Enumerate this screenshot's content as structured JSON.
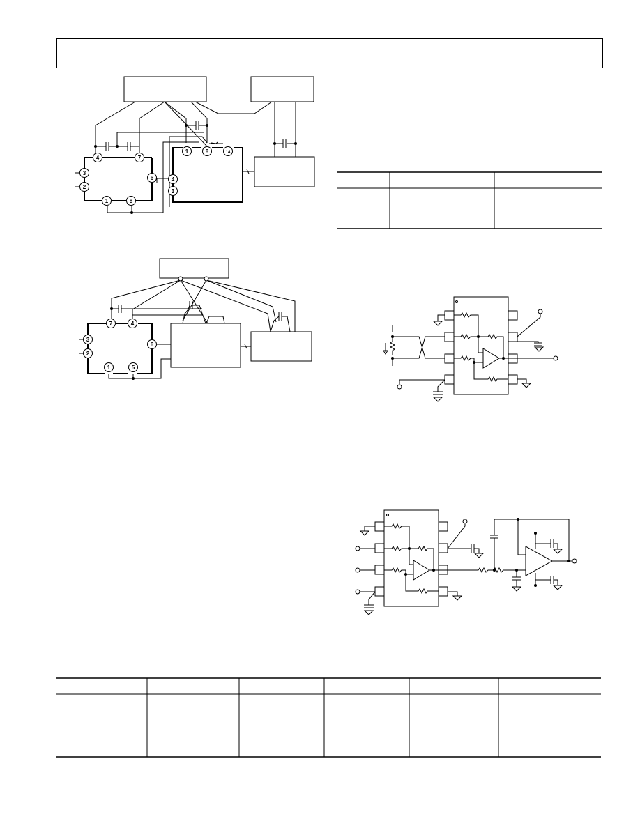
{
  "page": {
    "header_box": {
      "text": ""
    }
  },
  "figure_a": {
    "pins": {
      "left_chip": [
        "4",
        "7",
        "3",
        "2",
        "6",
        "1",
        "8"
      ],
      "right_chip": [
        "1",
        "8",
        "14",
        "4",
        "3"
      ]
    }
  },
  "figure_b": {
    "pins": [
      "7",
      "4",
      "3",
      "2",
      "6",
      "1",
      "5"
    ]
  },
  "tables": {
    "upper_right": {
      "columns": 3,
      "rows": 1
    },
    "bottom": {
      "columns": 6,
      "rows": 1
    }
  },
  "colors": {
    "line": "#000000",
    "background": "#ffffff"
  }
}
